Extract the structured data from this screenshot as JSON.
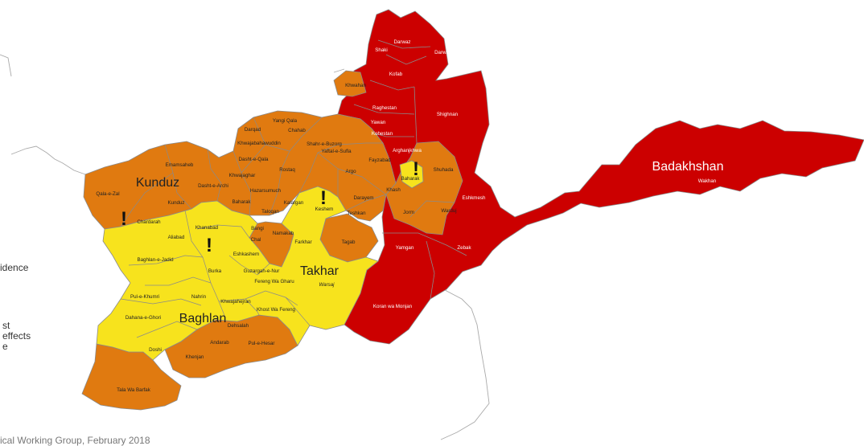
{
  "colors": {
    "red": "#cc0000",
    "orange": "#e07a10",
    "yellow": "#f7e31d",
    "border": "#8a8a8a",
    "boundary": "#aaaaaa"
  },
  "provinces": [
    {
      "name": "Kunduz"
    },
    {
      "name": "Takhar"
    },
    {
      "name": "Baghlan"
    },
    {
      "name": "Badakhshan"
    }
  ],
  "districts": [
    {
      "name": "Darwaz"
    },
    {
      "name": "Shaki"
    },
    {
      "name": "Darwaz-e-B..."
    },
    {
      "name": "Kofab"
    },
    {
      "name": "Khwahan"
    },
    {
      "name": "Raghestan"
    },
    {
      "name": "Shighnan"
    },
    {
      "name": "Yawan"
    },
    {
      "name": "Kohestan"
    },
    {
      "name": "Arghanjkhwa"
    },
    {
      "name": "Yangi Qala"
    },
    {
      "name": "Darqad"
    },
    {
      "name": "Chahab"
    },
    {
      "name": "Khwajabahawuddin"
    },
    {
      "name": "Shahr-e-Buzorg"
    },
    {
      "name": "Yaftal-e-Sufla"
    },
    {
      "name": "Dasht-e-Qala"
    },
    {
      "name": "Rostaq"
    },
    {
      "name": "Fayzabad"
    },
    {
      "name": "Emamsaheb"
    },
    {
      "name": "Khwajaghar"
    },
    {
      "name": "Argo"
    },
    {
      "name": "Baharak"
    },
    {
      "name": "Shuhada"
    },
    {
      "name": "Dasht-e-Archi"
    },
    {
      "name": "Hazarsumuch"
    },
    {
      "name": "Qala-e-Zal"
    },
    {
      "name": "Kunduz"
    },
    {
      "name": "Baharak"
    },
    {
      "name": "Kalafgan"
    },
    {
      "name": "Khash"
    },
    {
      "name": "Darayem"
    },
    {
      "name": "Eshkmesh"
    },
    {
      "name": "Taloqan"
    },
    {
      "name": "Keshem"
    },
    {
      "name": "Teshkan"
    },
    {
      "name": "Jorm"
    },
    {
      "name": "Warduj"
    },
    {
      "name": "Chardarah"
    },
    {
      "name": "Khanabad"
    },
    {
      "name": "Bangi"
    },
    {
      "name": "Namakab"
    },
    {
      "name": "Aliabad"
    },
    {
      "name": "Chal"
    },
    {
      "name": "Farkhar"
    },
    {
      "name": "Tagab"
    },
    {
      "name": "Eshkashem"
    },
    {
      "name": "Yamgan"
    },
    {
      "name": "Zebak"
    },
    {
      "name": "Baghlan-e-Jadid"
    },
    {
      "name": "Burka"
    },
    {
      "name": "Guzargah-e-Nur"
    },
    {
      "name": "Fereng Wa Gharu"
    },
    {
      "name": "Warsaj"
    },
    {
      "name": "Nahrin"
    },
    {
      "name": "Pul-e-Khumri"
    },
    {
      "name": "Khwajahejran"
    },
    {
      "name": "Khost Wa Fereng"
    },
    {
      "name": "Dahana-e-Ghori"
    },
    {
      "name": "Dehsalah"
    },
    {
      "name": "Andarab"
    },
    {
      "name": "Pul-e-Hesar"
    },
    {
      "name": "Doshi"
    },
    {
      "name": "Khenjan"
    },
    {
      "name": "Koran wa Monjan"
    },
    {
      "name": "Tala Wa Barfak"
    },
    {
      "name": "Wakhan"
    }
  ],
  "alert_marker": "!",
  "legend_fragments": [
    "idence",
    "st",
    "effects",
    "e"
  ],
  "footer": "ical Working Group, February 2018"
}
